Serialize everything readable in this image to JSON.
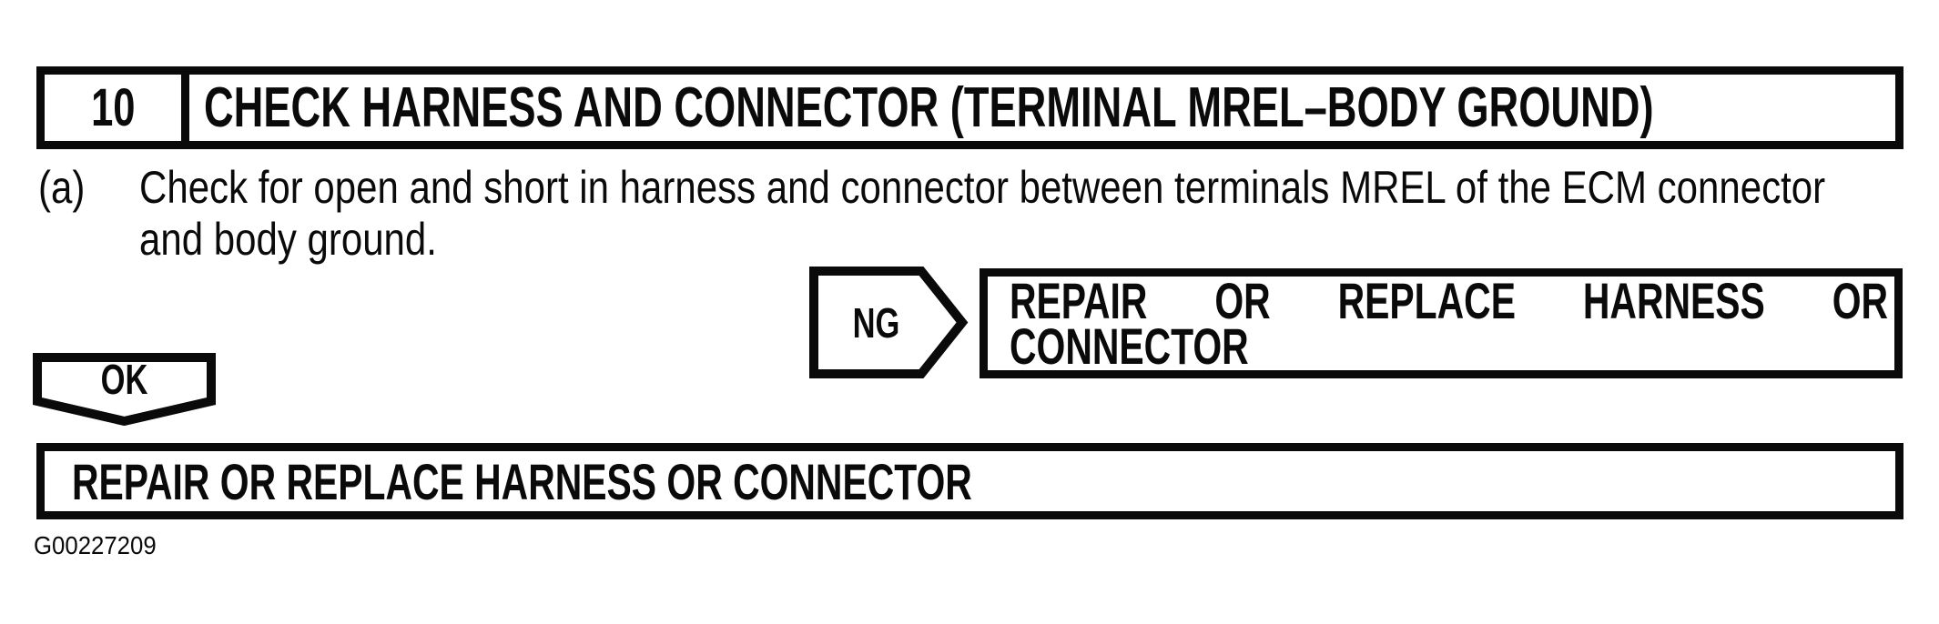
{
  "page": {
    "background_color": "#ffffff",
    "ink_color": "#0a0a0a",
    "kind": "service-manual troubleshooting step (scanned document)"
  },
  "step_header": {
    "number": "10",
    "title": "CHECK HARNESS AND CONNECTOR (TERMINAL MREL–BODY GROUND)"
  },
  "instruction": {
    "label": "(a)",
    "lines": [
      "Check for open and short in harness and connector between terminals MREL of the ECM connector",
      "and body ground."
    ]
  },
  "ng_branch": {
    "connector_label": "NG",
    "result_line1": "REPAIR OR REPLACE HARNESS OR",
    "result_line2": "CONNECTOR"
  },
  "ok_branch": {
    "connector_label": "OK"
  },
  "final_result": {
    "text": "REPAIR OR REPLACE HARNESS OR CONNECTOR"
  },
  "figure_caption": {
    "id": "G00227209"
  }
}
